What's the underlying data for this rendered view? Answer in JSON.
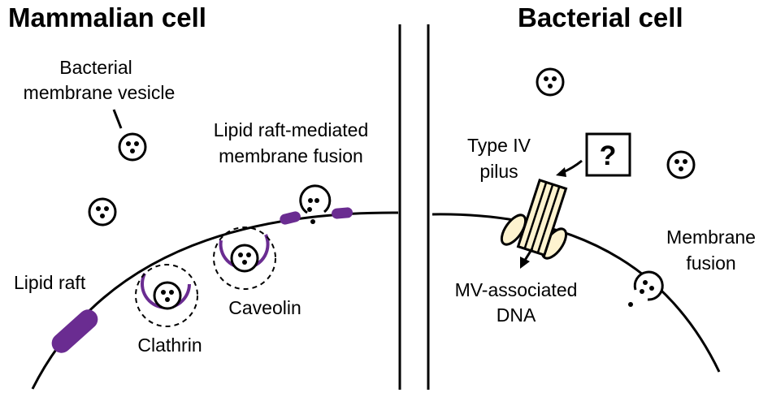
{
  "panels": {
    "left": {
      "title": "Mammalian cell",
      "labels": {
        "vesicle_line1": "Bacterial",
        "vesicle_line2": "membrane vesicle",
        "fusion_line1": "Lipid raft-mediated",
        "fusion_line2": "membrane fusion",
        "lipid_raft": "Lipid raft",
        "clathrin": "Clathrin",
        "caveolin": "Caveolin"
      }
    },
    "right": {
      "title": "Bacterial cell",
      "labels": {
        "pilus_line1": "Type IV",
        "pilus_line2": "pilus",
        "unknown": "?",
        "membrane_fusion_line1": "Membrane",
        "membrane_fusion_line2": "fusion",
        "dna_line1": "MV-associated",
        "dna_line2": "DNA"
      }
    }
  },
  "colors": {
    "raft_purple": "#6a2c91",
    "pilus_fill": "#fdf3cf",
    "ink": "#000000"
  }
}
